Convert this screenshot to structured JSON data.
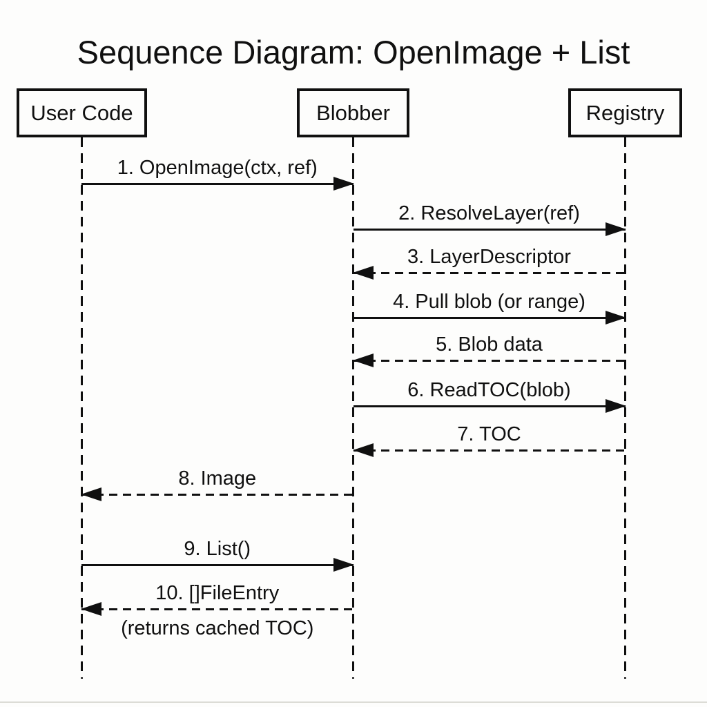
{
  "title": "Sequence Diagram: OpenImage + List",
  "colors": {
    "ink": "#101010",
    "background": "#fdfdfc",
    "faint_bottom_rule": "#dcdcd6"
  },
  "actors": [
    {
      "id": "user-code",
      "label": "User Code"
    },
    {
      "id": "blobber",
      "label": "Blobber"
    },
    {
      "id": "registry",
      "label": "Registry"
    }
  ],
  "messages": [
    {
      "num": "1",
      "label": "1. OpenImage(ctx, ref)",
      "from": "user-code",
      "to": "blobber",
      "line": "solid"
    },
    {
      "num": "2",
      "label": "2. ResolveLayer(ref)",
      "from": "blobber",
      "to": "registry",
      "line": "solid"
    },
    {
      "num": "3",
      "label": "3. LayerDescriptor",
      "from": "registry",
      "to": "blobber",
      "line": "dashed"
    },
    {
      "num": "4",
      "label": "4. Pull blob (or range)",
      "from": "blobber",
      "to": "registry",
      "line": "solid"
    },
    {
      "num": "5",
      "label": "5. Blob data",
      "from": "registry",
      "to": "blobber",
      "line": "dashed"
    },
    {
      "num": "6",
      "label": "6. ReadTOC(blob)",
      "from": "blobber",
      "to": "registry",
      "line": "solid"
    },
    {
      "num": "7",
      "label": "7. TOC",
      "from": "registry",
      "to": "blobber",
      "line": "dashed"
    },
    {
      "num": "8",
      "label": "8. Image",
      "from": "blobber",
      "to": "user-code",
      "line": "dashed"
    },
    {
      "num": "9",
      "label": "9. List()",
      "from": "user-code",
      "to": "blobber",
      "line": "solid"
    },
    {
      "num": "10",
      "label": "10. []FileEntry",
      "sublabel": "(returns cached TOC)",
      "from": "blobber",
      "to": "user-code",
      "line": "dashed"
    }
  ]
}
